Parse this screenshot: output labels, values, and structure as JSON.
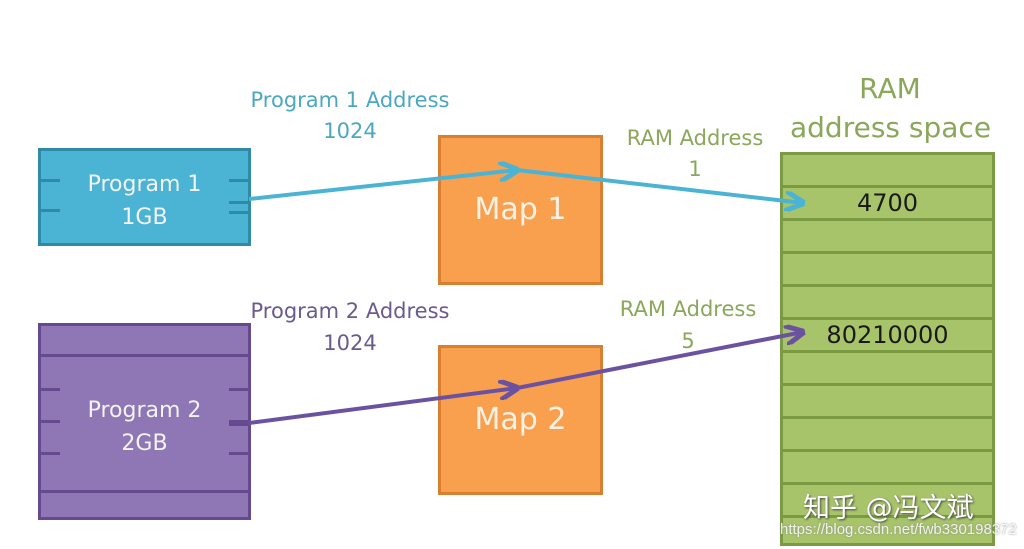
{
  "colors": {
    "program1": "#4bb3d3",
    "program2": "#8f76b5",
    "map": "#f9a04f",
    "ram": "#a8c46a",
    "program1_label": "#4ba8c0",
    "program2_label": "#6a5a8e",
    "ram_label": "#8aa75a"
  },
  "program1": {
    "name": "Program 1",
    "size": "1GB"
  },
  "program2": {
    "name": "Program 2",
    "size": "2GB"
  },
  "maps": [
    {
      "name": "Map 1"
    },
    {
      "name": "Map 2"
    }
  ],
  "labels": {
    "program1_address_title": "Program 1 Address",
    "program1_address_value": "1024",
    "program2_address_title": "Program 2 Address",
    "program2_address_value": "1024",
    "ram1_address_title": "RAM Address",
    "ram1_address_value": "1",
    "ram2_address_title": "RAM Address",
    "ram2_address_value": "5"
  },
  "ram": {
    "heading_line1": "RAM",
    "heading_line2": "address space",
    "rows": [
      "",
      "4700",
      "",
      "",
      "",
      "80210000",
      "",
      "",
      "",
      "",
      "",
      ""
    ]
  },
  "watermark": {
    "text": "知乎 @冯文斌",
    "url": "https://blog.csdn.net/fwb330198372"
  }
}
